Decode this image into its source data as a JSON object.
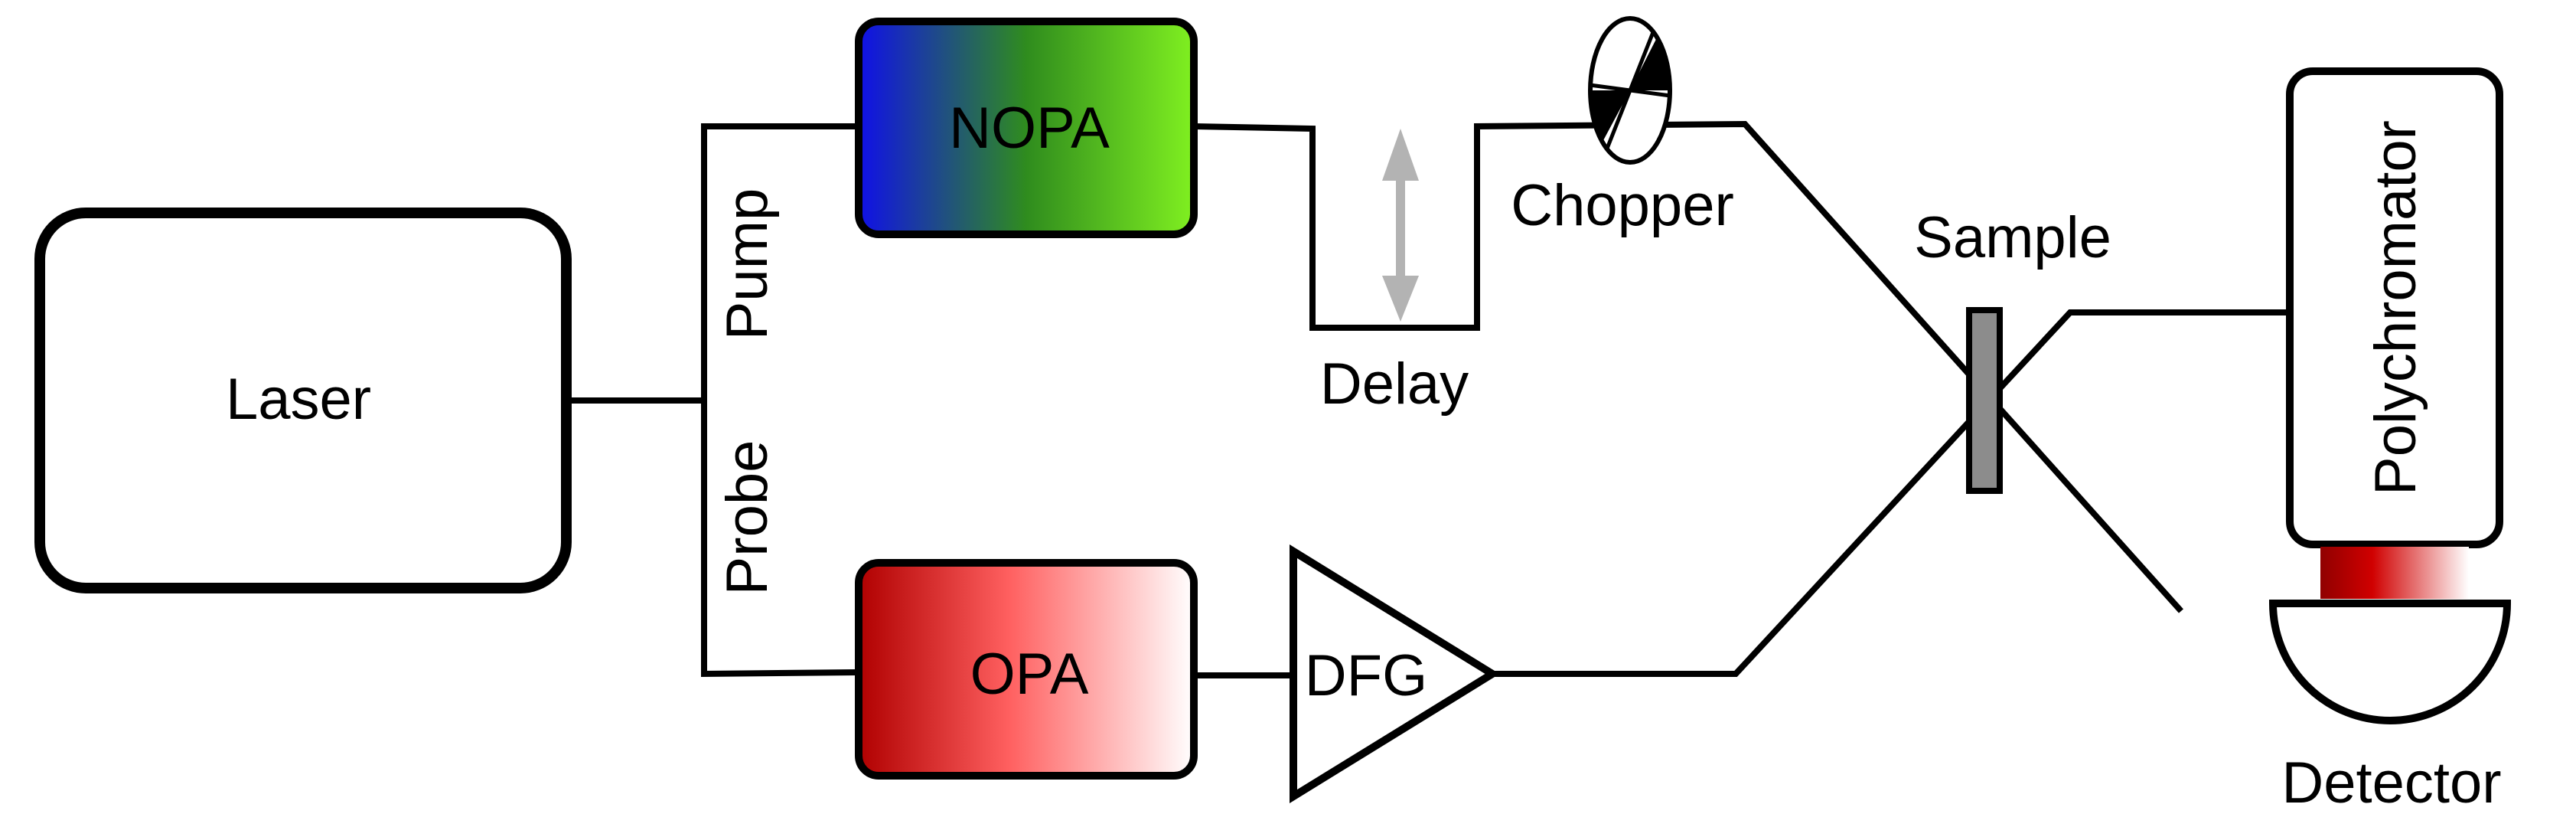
{
  "diagram": {
    "laser": "Laser",
    "nopa": "NOPA",
    "opa": "OPA",
    "dfg": "DFG",
    "pump": "Pump",
    "probe": "Probe",
    "delay": "Delay",
    "chopper": "Chopper",
    "sample": "Sample",
    "polychromator": "Polychromator",
    "detector": "Detector"
  },
  "colors": {
    "line": "#000000",
    "nopa_gradient": [
      "#1010e8",
      "#2f8c1e",
      "#80f020"
    ],
    "opa_gradient": [
      "#b00000",
      "#ff6060",
      "#ffffff"
    ],
    "detector_beam_gradient": [
      "#900000",
      "#d00000",
      "#ffffff"
    ],
    "delay_arrow": "#b3b3b3",
    "sample_fill": "#8c8c8c"
  }
}
